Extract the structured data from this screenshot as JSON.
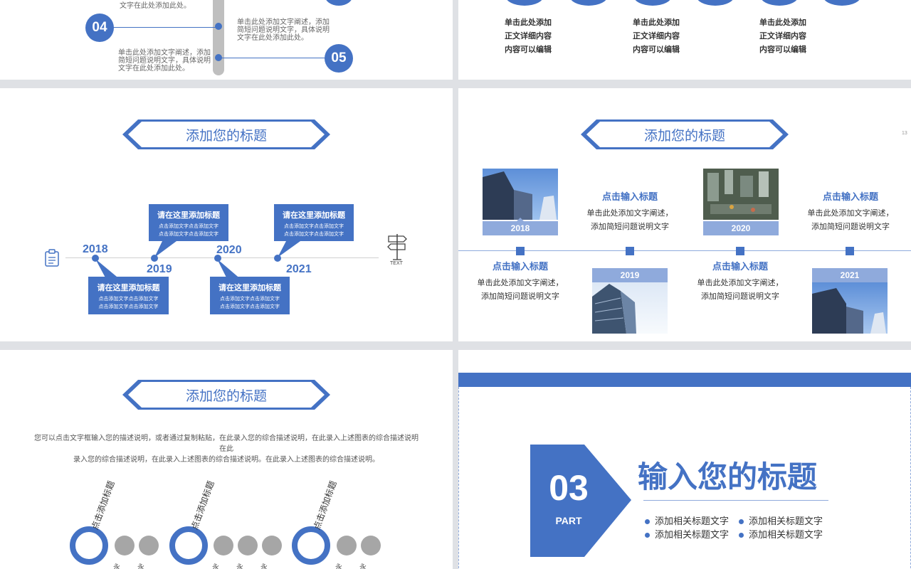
{
  "slide1": {
    "top_snippet": "文字在此处添加此处。",
    "step_04": "04",
    "step_05": "05",
    "left_text": [
      "单击此处添加文字阐述，添加",
      "简短问题说明文字，具体说明",
      "文字在此处添加此处。"
    ],
    "right_text": [
      "单击此处添加文字阐述，添加",
      "简短问题说明文字，具体说明",
      "文字在此处添加此处。"
    ]
  },
  "slide2": {
    "columns": [
      [
        "单击此处添加",
        "正文详细内容",
        "内容可以编辑"
      ],
      [
        "单击此处添加",
        "正文详细内容",
        "内容可以编辑"
      ],
      [
        "单击此处添加",
        "正文详细内容",
        "内容可以编辑"
      ]
    ]
  },
  "slide3": {
    "title": "添加您的标题",
    "years": [
      "2018",
      "2019",
      "2020",
      "2021"
    ],
    "callout_title": "请在这里添加标题",
    "callout_sub": [
      "点击添加文字点击添加文字",
      "点击添加文字点击添加文字"
    ],
    "sign_label": "TEXT"
  },
  "slide4": {
    "title": "添加您的标题",
    "page_number": "13",
    "heading": "点击输入标题",
    "body": [
      "单击此处添加文字阐述，",
      "添加简短问题说明文字"
    ],
    "years": [
      "2018",
      "2019",
      "2020",
      "2021"
    ]
  },
  "slide5": {
    "title": "添加您的标题",
    "desc": [
      "您可以点击文字框输入您的描述说明，或者通过复制粘贴，在此录入您的综合描述说明，在此录入上述图表的综合描述说明在此",
      "录入您的综合描述说明，在此录入上述图表的综合描述说明。在此录入上述图表的综合描述说明。"
    ],
    "rotated_label": "点击添加标题",
    "small_glyph": "永"
  },
  "slide6": {
    "number": "03",
    "part": "PART",
    "title": "输入您的标题",
    "bullets": [
      "添加相关标题文字",
      "添加相关标题文字",
      "添加相关标题文字",
      "添加相关标题文字"
    ]
  },
  "colors": {
    "accent": "#4472c4",
    "accent_light": "#8faadc",
    "gray": "#a6a6a6"
  }
}
